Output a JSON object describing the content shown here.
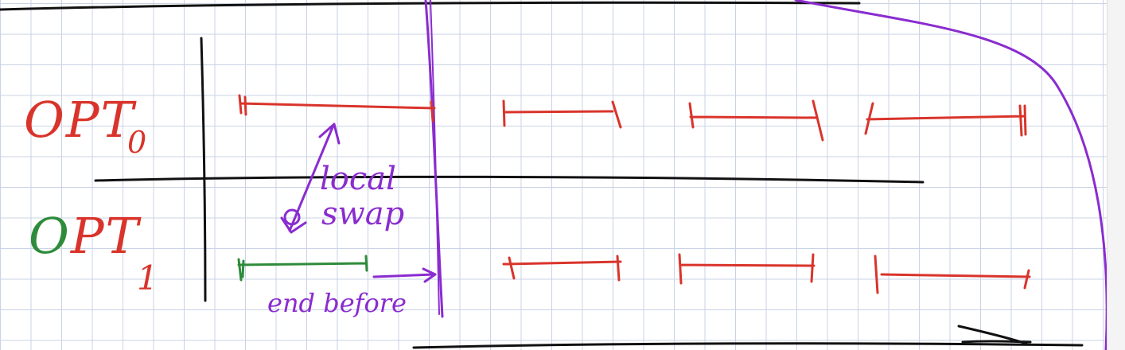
{
  "rows": [
    {
      "name": "OPT",
      "subscript": "0",
      "color": "#d9342b"
    },
    {
      "name": "OPT",
      "subscript": "1",
      "color": "#d9342b",
      "first_letter_color": "#2e8b3a"
    }
  ],
  "annotations": {
    "local_swap_line1": "local",
    "local_swap_line2": "swap",
    "end_before": "end before"
  },
  "colors": {
    "red": "#d9342b",
    "green": "#2e8b3a",
    "purple": "#8a2ccf",
    "black": "#111111",
    "grid": "#c9d3e6"
  }
}
